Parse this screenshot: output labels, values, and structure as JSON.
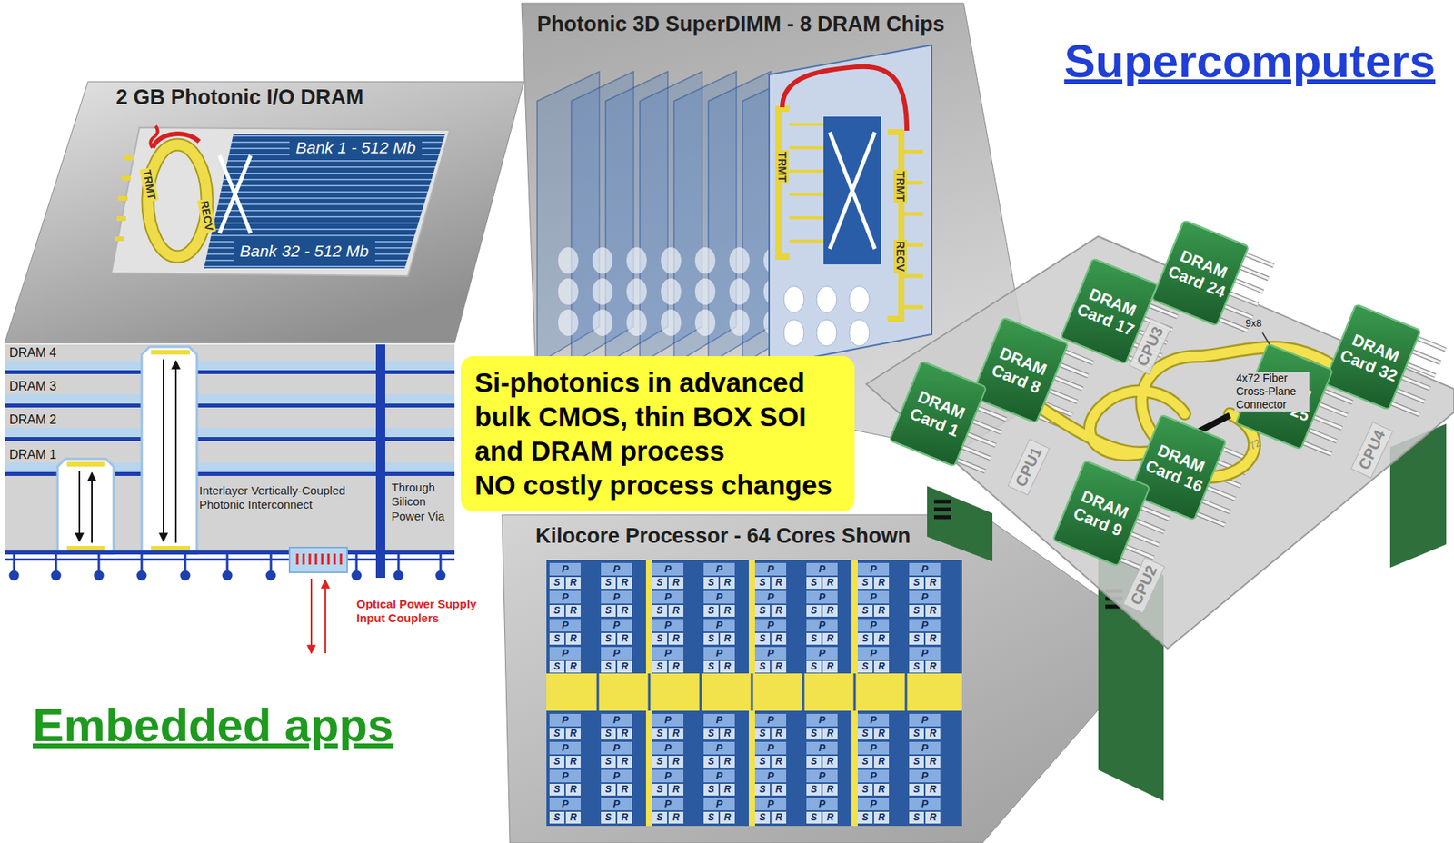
{
  "diagram": {
    "nodes": [
      {
        "text": [
          "2 GB Photonic I/O DRAM"
        ]
      },
      {
        "text": [
          "Bank 1 - 512 Mb"
        ],
        "in": 0
      },
      {
        "text": [
          "Bank 32 - 512 Mb"
        ],
        "in": 0
      },
      {
        "text": [
          "Photonic 3D SuperDIMM - 8 DRAM Chips"
        ]
      },
      {
        "text": [
          "Si-photonics in advanced bulk CMOS, thin BOX SOI and DRAM process",
          "NO costly process changes"
        ]
      },
      {
        "text": [
          "Kilocore Processor - 64 Cores Shown"
        ]
      },
      {
        "text": [
          "DRAM Card 24"
        ]
      },
      {
        "text": [
          "DRAM Card 17"
        ]
      },
      {
        "text": [
          "DRAM Card 8"
        ]
      },
      {
        "text": [
          "DRAM Card 1"
        ]
      },
      {
        "text": [
          "DRAM Card 32"
        ]
      },
      {
        "text": [
          "DRAM Card 25"
        ]
      },
      {
        "text": [
          "DRAM Card 16"
        ]
      },
      {
        "text": [
          "DRAM Card 9"
        ]
      },
      {
        "text": [
          "CPU3"
        ]
      },
      {
        "text": [
          "CPU1"
        ]
      },
      {
        "text": [
          "CPU4"
        ]
      },
      {
        "text": [
          "CPU2"
        ]
      }
    ],
    "labels": [
      "Supercomputers",
      "TRMT",
      "RECV",
      "TRMT",
      "TRMT",
      "RECV",
      "DRAM 4",
      "DRAM 3",
      "DRAM 2",
      "DRAM 1",
      "Interlayer Vertically-Coupled Photonic Interconnect",
      "Through Silicon Power Via",
      "Optical Power Supply Input Couplers",
      "Embedded apps",
      "9x8",
      "4x72 Fiber Cross-Plane Connector",
      "72",
      "P",
      "S",
      "R",
      "P",
      "S",
      "R",
      "P",
      "S",
      "R",
      "P",
      "S",
      "R",
      "P",
      "S",
      "R",
      "P",
      "S",
      "R",
      "P",
      "S",
      "R",
      "P",
      "S",
      "R",
      "P",
      "S",
      "R",
      "P",
      "S",
      "R",
      "P",
      "S",
      "R",
      "P",
      "S",
      "R",
      "P",
      "S",
      "R",
      "P",
      "S",
      "R",
      "P",
      "S",
      "R",
      "P",
      "S",
      "R",
      "P",
      "S",
      "R",
      "P",
      "S",
      "R",
      "P",
      "S",
      "R",
      "P",
      "S",
      "R",
      "P",
      "S",
      "R",
      "P",
      "S",
      "R",
      "P",
      "S",
      "R",
      "P",
      "S",
      "R",
      "P",
      "S",
      "R",
      "P",
      "S",
      "R",
      "P",
      "S",
      "R",
      "P",
      "S",
      "R",
      "P",
      "S",
      "R",
      "P",
      "S",
      "R",
      "P",
      "S",
      "R",
      "P",
      "S",
      "R",
      "P",
      "S",
      "R",
      "P",
      "S",
      "R",
      "P",
      "S",
      "R",
      "P",
      "S",
      "R",
      "P",
      "S",
      "R",
      "P",
      "S",
      "R",
      "P",
      "S",
      "R",
      "P",
      "S",
      "R",
      "P",
      "S",
      "R",
      "P",
      "S",
      "R",
      "P",
      "S",
      "R",
      "P",
      "S",
      "R",
      "P",
      "S",
      "R",
      "P",
      "S",
      "R",
      "P",
      "S",
      "R",
      "P",
      "S",
      "R",
      "P",
      "S",
      "R",
      "P",
      "S",
      "R",
      "P",
      "S",
      "R",
      "P",
      "S",
      "R",
      "P",
      "S",
      "R",
      "P",
      "S",
      "R",
      "P",
      "S",
      "R",
      "P",
      "S",
      "R",
      "P",
      "S",
      "R",
      "P",
      "S",
      "R",
      "P",
      "S",
      "R",
      "P",
      "S",
      "R",
      "P",
      "S",
      "R",
      "P",
      "S",
      "R",
      "P",
      "S",
      "R",
      "P",
      "S",
      "R"
    ]
  }
}
